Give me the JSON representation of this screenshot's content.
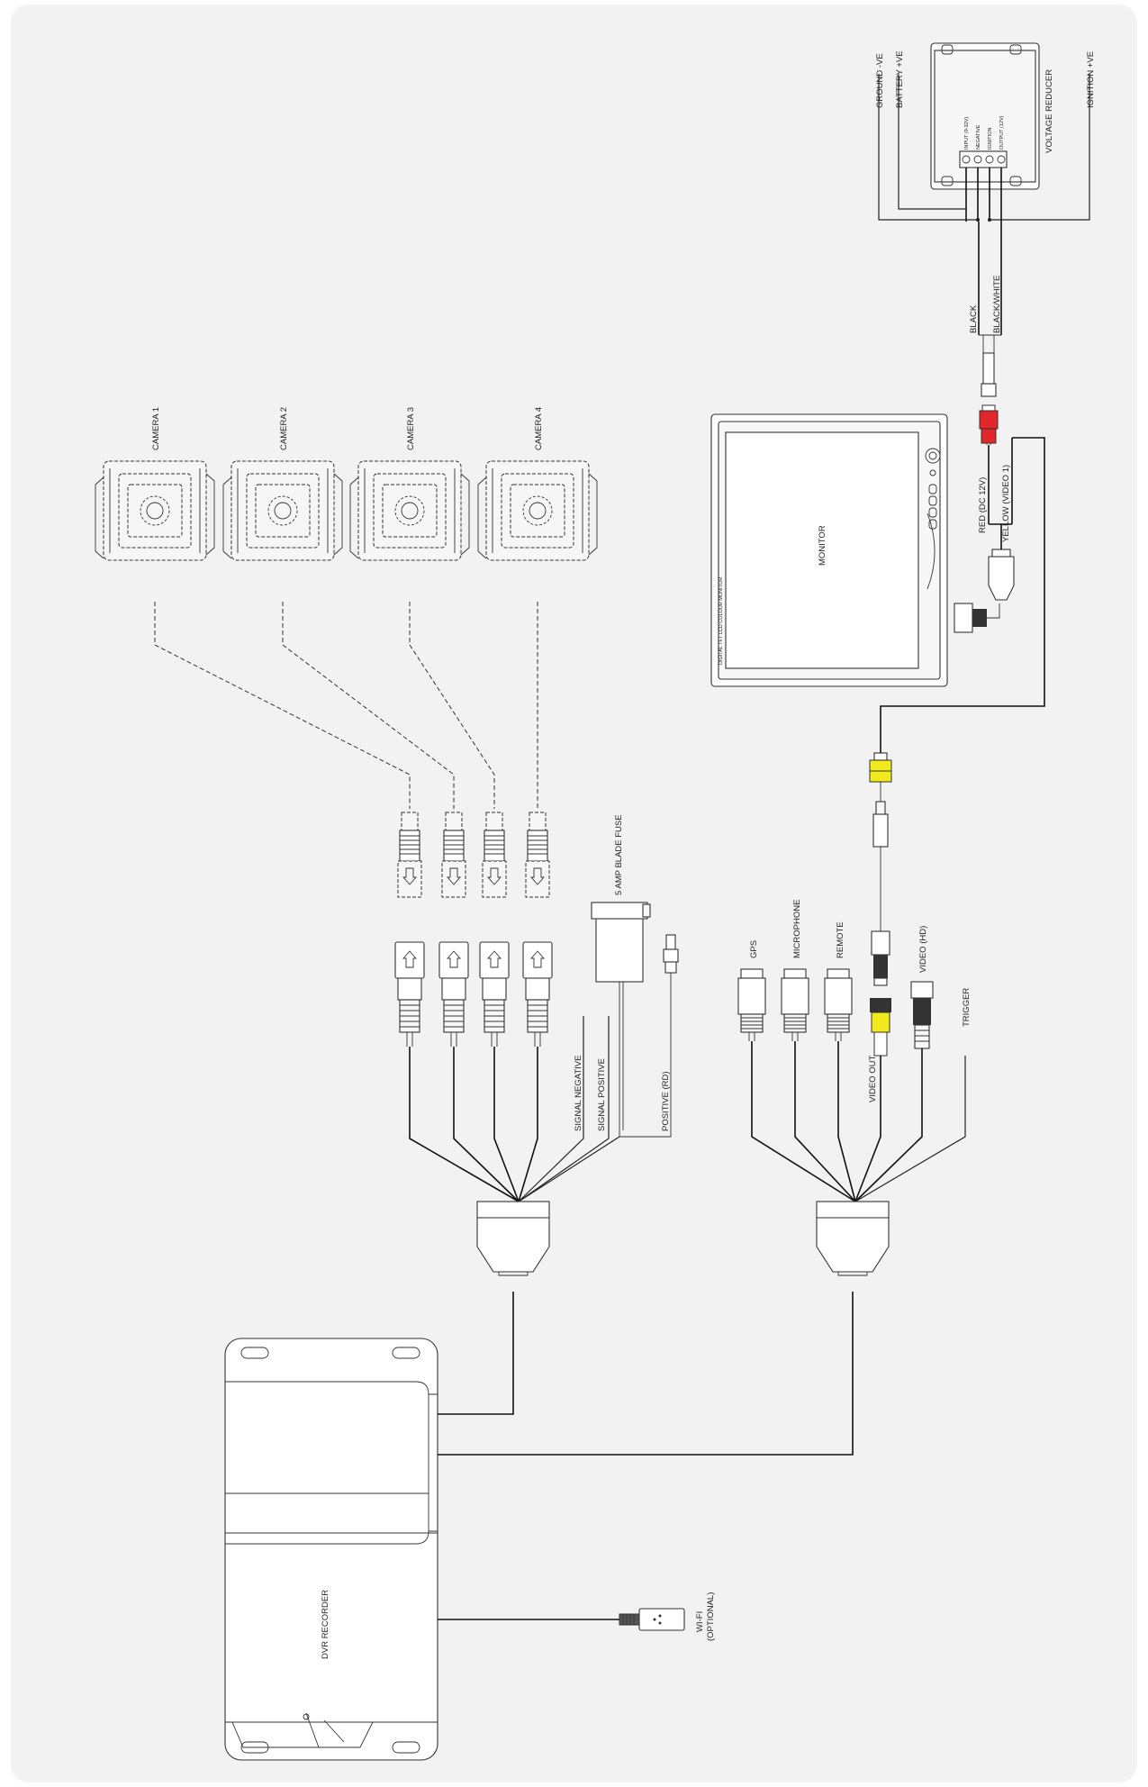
{
  "colors": {
    "sheet": "#f2f2f2",
    "line": "#222222",
    "red": "#e3262b",
    "yellow": "#f1ea1c"
  },
  "labels": {
    "camera_1": "CAMERA 1",
    "camera_2": "CAMERA 2",
    "camera_3": "CAMERA 3",
    "camera_4": "CAMERA 4",
    "fuse": "5 AMP BLADE FUSE",
    "signal_negative": "SIGNAL NEGATIVE",
    "signal_positive": "SIGNAL POSITIVE",
    "positive_rd": "POSITIVE (RD)",
    "gps": "GPS",
    "microphone": "MICROPHONE",
    "remote": "REMOTE",
    "video_out": "VIDEO OUT",
    "video_hd": "VIDEO (HD)",
    "trigger": "TRIGGER",
    "monitor": "MONITOR",
    "monitor_model": "DIGITAL TFT LCD COLOUR MONITOR",
    "red_dc": "RED (DC 12V)",
    "yellow_video": "YELLOW (VIDEO 1)",
    "black": "BLACK",
    "black_white": "BLACK/WHITE",
    "ground": "GROUND -VE",
    "battery": "BATTERY +VE",
    "ignition": "IGNITION +VE",
    "voltage_reducer": "VOLTAGE REDUCER",
    "vr_input": "INPUT (9-32V)",
    "vr_negative": "NEGATIVE",
    "vr_ignition": "IGNITION",
    "vr_output": "OUTPUT (12V)",
    "dvr_recorder": "DVR RECORDER",
    "wifi_line1": "WI-FI",
    "wifi_line2": "(OPTIONAL)"
  }
}
